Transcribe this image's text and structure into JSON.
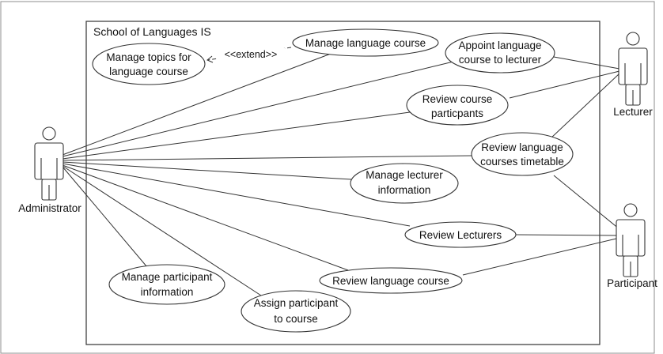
{
  "system": {
    "title": "School of Languages IS"
  },
  "actors": {
    "administrator": "Administrator",
    "lecturer": "Lecturer",
    "participant": "Participant"
  },
  "use_cases": {
    "manage_course": "Manage language course",
    "manage_topics": [
      "Manage topics for",
      "language course"
    ],
    "appoint_course": [
      "Appoint language",
      "course to lecturer"
    ],
    "review_participants": [
      "Review course",
      "particpants"
    ],
    "review_timetable": [
      "Review language",
      "courses timetable"
    ],
    "manage_lecturer": [
      "Manage lecturer",
      "information"
    ],
    "review_lecturers": "Review Lecturers",
    "review_course": "Review language course",
    "manage_participant": [
      "Manage participant",
      "information"
    ],
    "assign_participant": [
      "Assign participant",
      "to course"
    ]
  },
  "relationships": {
    "extend": "<<extend>>"
  }
}
